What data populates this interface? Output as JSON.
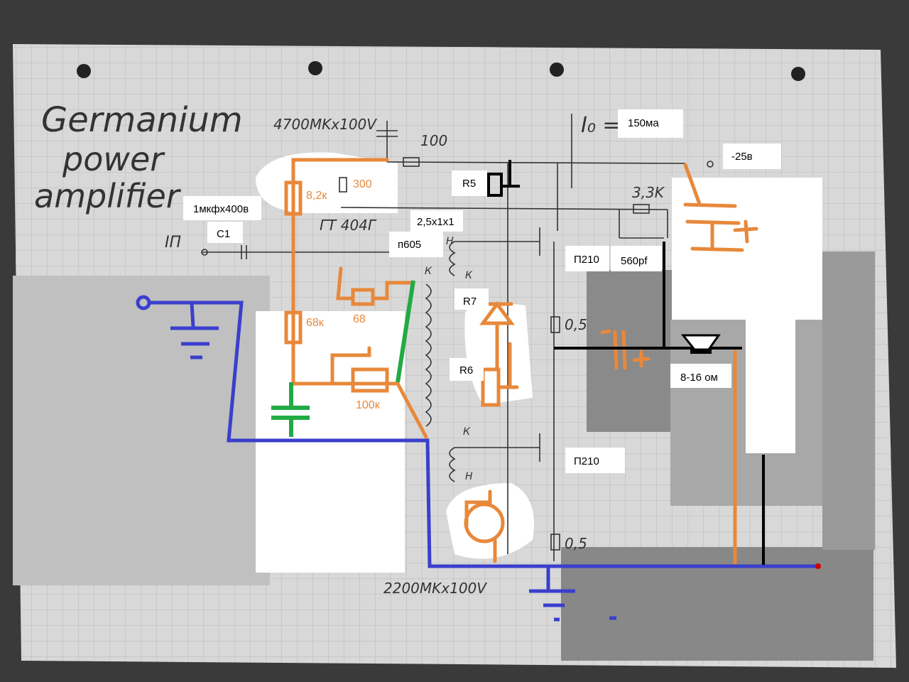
{
  "title": {
    "line1": "Germanium",
    "line2": "power",
    "line3": "amplifier"
  },
  "handwritten": {
    "cap_top": "4700MKx100V",
    "res_100": "100",
    "transistor_gt": "ГТ 404Г",
    "res_3k3": "3,3K",
    "res_05_top": "0,5",
    "res_05_bottom": "0,5",
    "current_symbol": "I₀ =",
    "input": "IП",
    "cap_bottom": "2200MKx100V",
    "coil_h1": "Н",
    "coil_k1": "К",
    "coil_k2": "К",
    "coil_k3": "К",
    "coil_h3": "Н"
  },
  "labels": {
    "c1_value": "1мкфх400в",
    "c1": "C1",
    "r_300": "300",
    "r_8k2": "8,2к",
    "r5": "R5",
    "current": "150ма",
    "supply": "-25в",
    "transformer": "2,5х1х1",
    "driver": "п605",
    "out_top": "П210",
    "cap_560": "560pf",
    "r7": "R7",
    "r_68k": "68к",
    "r_68": "68",
    "r6": "R6",
    "speaker": "8-16 ом",
    "r_100k": "100к",
    "out_bottom": "П210"
  },
  "colors": {
    "orange": "#e8883a",
    "blue": "#3a3fcc",
    "green": "#22aa44"
  }
}
